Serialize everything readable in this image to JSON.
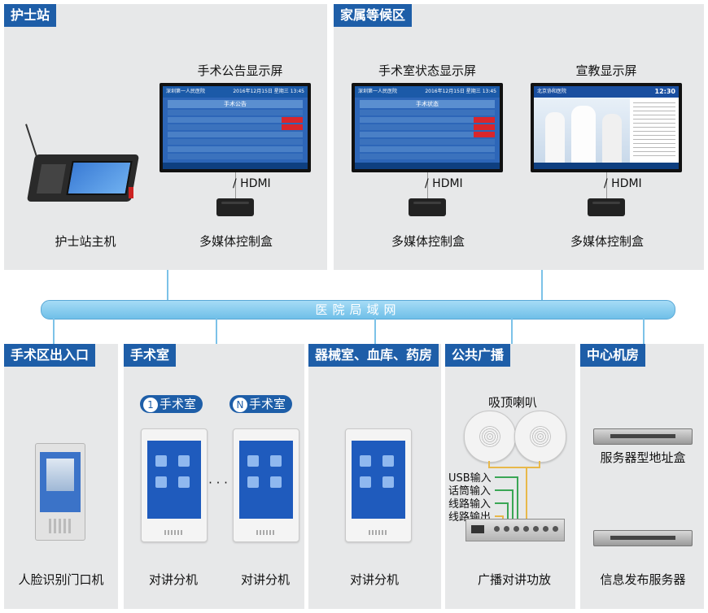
{
  "sections": {
    "nurse_station": "护士站",
    "family_area": "家属等候区",
    "entrance": "手术区出入口",
    "operating_room": "手术室",
    "pharmacy": "器械室、血库、药房",
    "broadcast": "公共广播",
    "server_room": "中心机房"
  },
  "network_label": "医院局域网",
  "nurse": {
    "host_label": "护士站主机",
    "screen_label": "手术公告显示屏",
    "hdmi": "HDMI",
    "box_label": "多媒体控制盒",
    "screen": {
      "hospital": "深圳第一人民医院",
      "date": "2016年12月15日 星期三 13:45",
      "title": "手术公告"
    }
  },
  "family": {
    "status_screen_label": "手术室状态显示屏",
    "edu_screen_label": "宣教显示屏",
    "hdmi": "HDMI",
    "box_label_1": "多媒体控制盒",
    "box_label_2": "多媒体控制盒",
    "status_screen": {
      "hospital": "深圳第一人民医院",
      "date": "2016年12月15日 星期三 13:45",
      "title": "手术状态"
    },
    "edu_screen": {
      "hospital": "北京协和医院",
      "time": "12:30"
    }
  },
  "entrance": {
    "device_label": "人脸识别门口机"
  },
  "operating": {
    "room_1": "1",
    "room_1_label": "手术室",
    "room_n": "N",
    "room_n_label": "手术室",
    "ellipsis": "· · ·",
    "device_label_1": "对讲分机",
    "device_label_2": "对讲分机"
  },
  "pharmacy": {
    "device_label": "对讲分机"
  },
  "broadcast": {
    "speaker_label": "吸顶喇叭",
    "inputs": [
      "USB输入",
      "话筒输入",
      "线路输入",
      "线路输出"
    ],
    "amp_label": "广播对讲功放"
  },
  "server": {
    "box_label": "服务器型地址盒",
    "server_label": "信息发布服务器"
  },
  "colors": {
    "tag_blue": "#1e5ea8",
    "network_blue": "#7cc2e8",
    "panel_gray": "#e7e8e9",
    "status_red": "#d9262c"
  }
}
